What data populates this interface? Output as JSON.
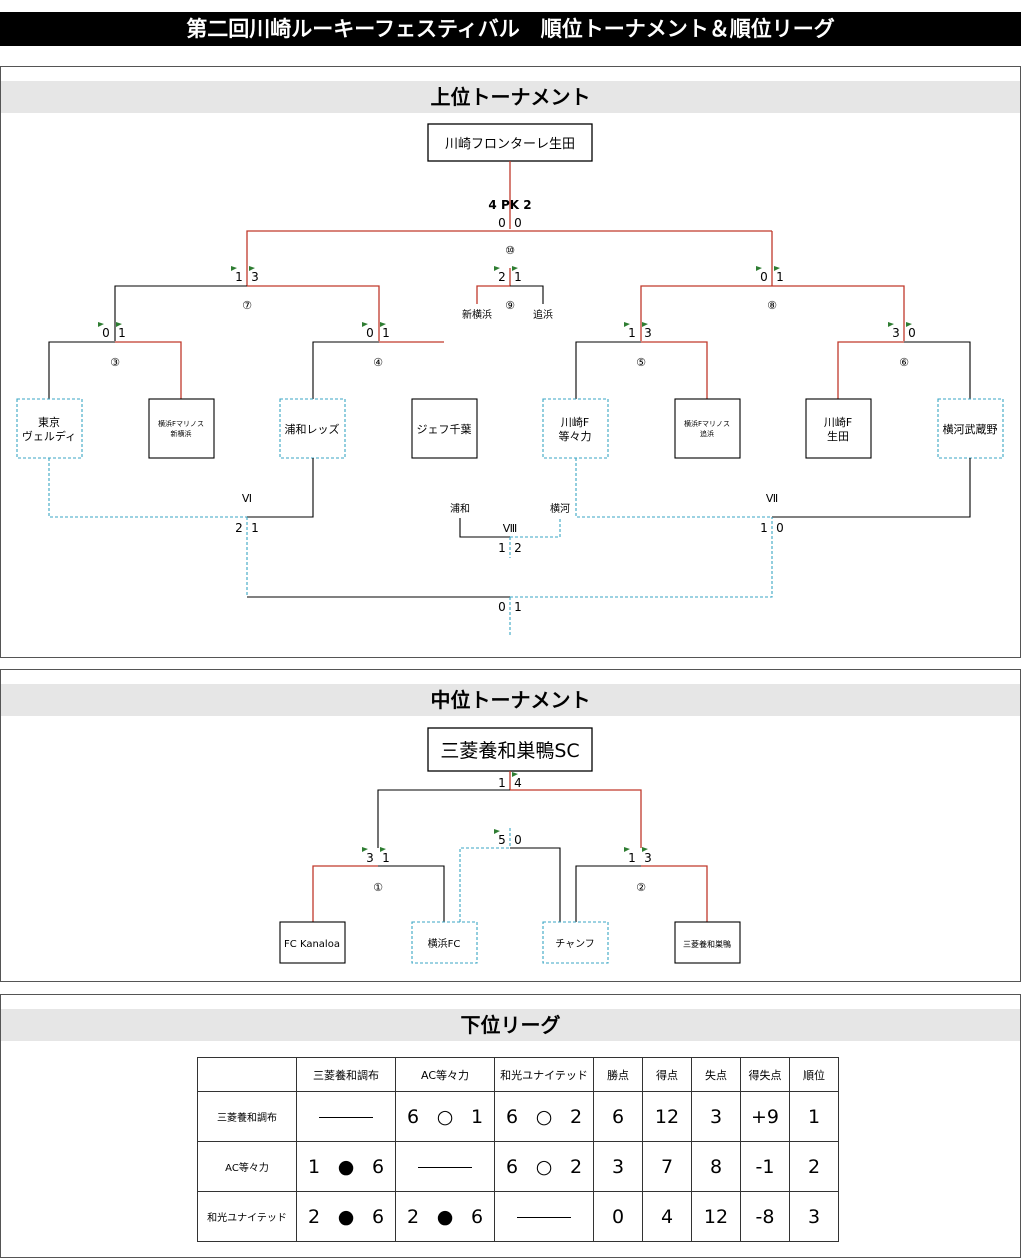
{
  "title": "第二回川崎ルーキーフェスティバル　順位トーナメント＆順位リーグ",
  "upper": {
    "heading": "上位トーナメント",
    "champion": "川崎フロンターレ生田",
    "final_score": "4 PK 2",
    "final_left": "0",
    "final_right": "0",
    "match10": "⑩",
    "match7": "⑦",
    "match8": "⑧",
    "match9": "⑨",
    "m7_left": "1",
    "m7_right": "3",
    "m8_left": "0",
    "m8_right": "1",
    "m9_left": "2",
    "m9_right": "1",
    "m9_team_left": "新横浜",
    "m9_team_right": "追浜",
    "match3": "③",
    "match4": "④",
    "match5": "⑤",
    "match6": "⑥",
    "m3_left": "0",
    "m3_right": "1",
    "m4_left": "0",
    "m4_right": "1",
    "m5_left": "1",
    "m5_right": "3",
    "m6_left": "3",
    "m6_right": "0",
    "teams": [
      "東京\nヴェルディ",
      "横浜Fマリノス\n新横浜",
      "浦和レッズ",
      "ジェフ千葉",
      "川崎F\n等々力",
      "横浜Fマリノス\n追浜",
      "川崎F\n生田",
      "横河武蔵野"
    ],
    "team1_l1": "東京",
    "team1_l2": "ヴェルディ",
    "team2_l1": "横浜Fマリノス",
    "team2_l2": "新横浜",
    "team3": "浦和レッズ",
    "team4": "ジェフ千葉",
    "team5_l1": "川崎F",
    "team5_l2": "等々力",
    "team6_l1": "横浜Fマリノス",
    "team6_l2": "追浜",
    "team7_l1": "川崎F",
    "team7_l2": "生田",
    "team8": "横河武蔵野",
    "matchVI": "Ⅵ",
    "matchVII": "Ⅶ",
    "matchVIII": "Ⅷ",
    "mVI_left": "2",
    "mVI_right": "1",
    "mVII_left": "1",
    "mVII_right": "0",
    "mVIII_left": "1",
    "mVIII_right": "2",
    "mVIII_team_left": "浦和",
    "mVIII_team_right": "横河",
    "lower_final_left": "0",
    "lower_final_right": "1"
  },
  "middle": {
    "heading": "中位トーナメント",
    "champion": "三菱養和巣鴨SC",
    "final_left": "1",
    "final_right": "4",
    "center_left": "5",
    "center_right": "0",
    "match1": "①",
    "match2": "②",
    "m1_left": "3",
    "m1_right": "1",
    "m2_left": "1",
    "m2_right": "3",
    "team1": "FC Kanaloa",
    "team2": "横浜FC",
    "team3": "チャンフ",
    "team4": "三菱養和巣鴨"
  },
  "lower": {
    "heading": "下位リーグ",
    "columns": [
      "三菱養和調布",
      "AC等々力",
      "和光ユナイテッド",
      "勝点",
      "得点",
      "失点",
      "得失点",
      "順位"
    ],
    "rows": [
      {
        "team": "三菱養和調布",
        "vs": [
          null,
          [
            "6",
            "○",
            "1"
          ],
          [
            "6",
            "○",
            "2"
          ]
        ],
        "pts": "6",
        "gf": "12",
        "ga": "3",
        "gd": "+9",
        "rank": "1"
      },
      {
        "team": "AC等々力",
        "vs": [
          [
            "1",
            "●",
            "6"
          ],
          null,
          [
            "6",
            "○",
            "2"
          ]
        ],
        "pts": "3",
        "gf": "7",
        "ga": "8",
        "gd": "-1",
        "rank": "2"
      },
      {
        "team": "和光ユナイテッド",
        "vs": [
          [
            "2",
            "●",
            "6"
          ],
          [
            "2",
            "●",
            "6"
          ],
          null
        ],
        "pts": "0",
        "gf": "4",
        "ga": "12",
        "gd": "-8",
        "rank": "3"
      }
    ]
  },
  "colors": {
    "win": "#c0392b",
    "lose": "#000000",
    "lower_bracket": "#3aa6c4",
    "flag": "#2e7d32"
  }
}
